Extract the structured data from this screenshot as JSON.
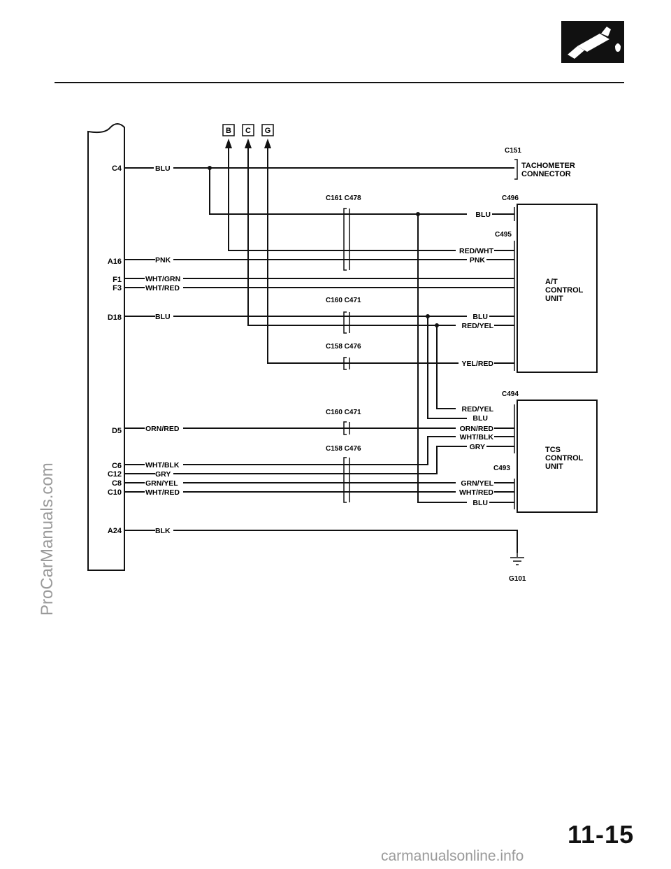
{
  "header": {
    "icon": "fuel-nozzle-icon",
    "page_number": "11-15"
  },
  "watermarks": {
    "left": "ProCarManuals.com",
    "bottom": "carmanualsonline.info"
  },
  "references": [
    "B",
    "C",
    "G"
  ],
  "ecm_pins": {
    "c4": "C4",
    "a16": "A16",
    "f1": "F1",
    "f3": "F3",
    "d18": "D18",
    "d5": "D5",
    "c6": "C6",
    "c12": "C12",
    "c8": "C8",
    "c10": "C10",
    "a24": "A24"
  },
  "left_wires": {
    "blu1": "BLU",
    "pnk": "PNK",
    "wht_grn": "WHT/GRN",
    "wht_red1": "WHT/RED",
    "blu2": "BLU",
    "orn_red": "ORN/RED",
    "wht_blk": "WHT/BLK",
    "gry": "GRY",
    "grn_yel": "GRN/YEL",
    "wht_red2": "WHT/RED",
    "blk": "BLK"
  },
  "connectors": {
    "c151": "C151",
    "c161_c478": "C161 C478",
    "c496": "C496",
    "c495": "C495",
    "c160_c471_a": "C160 C471",
    "c158_c476_a": "C158 C476",
    "c494": "C494",
    "c160_c471_b": "C160 C471",
    "c158_c476_b": "C158 C476",
    "c493": "C493",
    "g101": "G101"
  },
  "right_wires": {
    "blu_c496": "BLU",
    "red_wht": "RED/WHT",
    "pnk": "PNK",
    "blu_d18": "BLU",
    "red_yel_a": "RED/YEL",
    "yel_red": "YEL/RED",
    "red_yel_b": "RED/YEL",
    "blu_b": "BLU",
    "orn_red": "ORN/RED",
    "wht_blk": "WHT/BLK",
    "gry": "GRY",
    "grn_yel": "GRN/YEL",
    "wht_red": "WHT/RED",
    "blu_c": "BLU"
  },
  "units": {
    "tacho_l1": "TACHOMETER",
    "tacho_l2": "CONNECTOR",
    "at_l1": "A/T",
    "at_l2": "CONTROL",
    "at_l3": "UNIT",
    "tcs_l1": "TCS",
    "tcs_l2": "CONTROL",
    "tcs_l3": "UNIT"
  }
}
